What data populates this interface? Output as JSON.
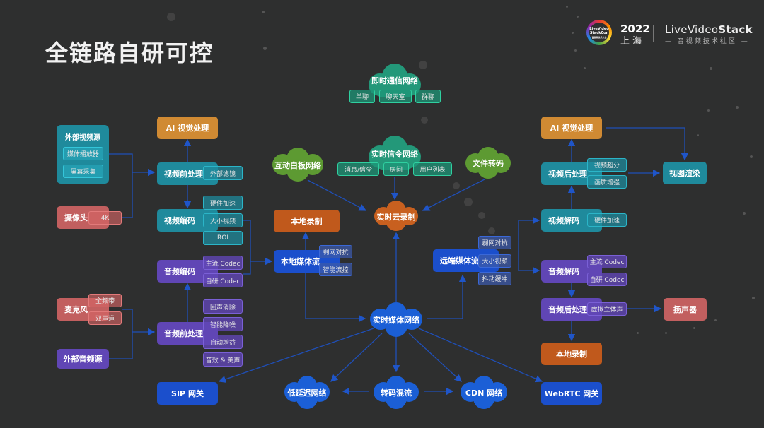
{
  "title": "全链路自研可控",
  "logo": {
    "event_lines": [
      "LiveVideo",
      "StackCon",
      "音视频技术大会"
    ],
    "year": "2022",
    "city": "上海",
    "brand_prefix": "LiveVideo",
    "brand_suffix": "Stack",
    "brand_sub": "音视频技术社区"
  },
  "colors": {
    "background": "#2e2f2f",
    "teal": "#1f8a9c",
    "orange": "#d08a33",
    "rust": "#c0591c",
    "red": "#c25f5f",
    "purple": "#6046b5",
    "blue": "#1b4fcc",
    "cloud_green_dark": "#1f9c7e",
    "cloud_lime": "#5d9a32",
    "cloud_orange": "#c8601f",
    "cloud_blue": "#1b5fd6",
    "line": "#1f4fb8"
  },
  "left": {
    "external_video": {
      "label": "外部视频源",
      "items": [
        "媒体播放器",
        "屏幕采集"
      ]
    },
    "camera": {
      "label": "摄像头",
      "tag": "4K"
    },
    "microphone": {
      "label": "麦克风",
      "tags": [
        "全频带",
        "双声道"
      ]
    },
    "external_audio": {
      "label": "外部音频源"
    },
    "ai_vision": "AI 视觉处理",
    "video_pre": {
      "label": "视频前处理",
      "tag": "外部滤镜"
    },
    "video_encode": {
      "label": "视频编码",
      "tags": [
        "硬件加速",
        "大小视频",
        "ROI"
      ]
    },
    "audio_encode": {
      "label": "音频编码",
      "tags": [
        "主流 Codec",
        "自研 Codec"
      ]
    },
    "audio_pre": {
      "label": "音频前处理",
      "tags": [
        "回声消除",
        "智能降噪",
        "自动增益",
        "音效 & 美声"
      ]
    },
    "local_record": "本地录制",
    "local_stream": {
      "label": "本地媒体流",
      "tags": [
        "弱网对抗",
        "智能流控"
      ]
    },
    "sip": "SIP 网关"
  },
  "center": {
    "im_network": {
      "label": "即时通信网络",
      "tags": [
        "单聊",
        "聊天室",
        "群聊"
      ]
    },
    "signal_network": {
      "label": "实时信令网络",
      "tags": [
        "消息/信令",
        "房间",
        "用户列表"
      ]
    },
    "whiteboard": "互动白板网络",
    "file_transcode": "文件转码",
    "cloud_record": "实时云录制",
    "media_network": "实时媒体网络",
    "low_latency": "低延迟网络",
    "transcode_mix": "转码混流",
    "cdn": "CDN 网络"
  },
  "right": {
    "ai_vision": "AI 视觉处理",
    "video_post": {
      "label": "视频后处理",
      "tags": [
        "视频超分",
        "画质增强"
      ]
    },
    "view_render": "视图渲染",
    "video_decode": {
      "label": "视频解码",
      "tag": "硬件加速"
    },
    "remote_stream": {
      "label": "远端媒体流",
      "tags": [
        "弱网对抗",
        "大小视频",
        "抖动缓冲"
      ]
    },
    "audio_decode": {
      "label": "音频解码",
      "tags": [
        "主流 Codec",
        "自研 Codec"
      ]
    },
    "audio_post": {
      "label": "音频后处理",
      "tag": "虚拟立体声"
    },
    "speaker": "扬声器",
    "local_record": "本地录制",
    "webrtc": "WebRTC 网关"
  }
}
